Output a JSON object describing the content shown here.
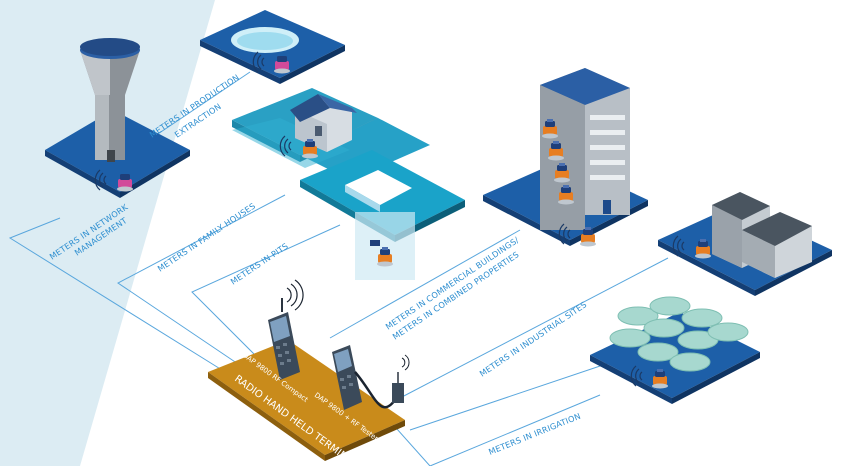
{
  "labels": {
    "network_management": [
      "METERS IN NETWORK",
      "MANAGEMENT"
    ],
    "production_extraction": [
      "METERS IN PRODUCTION",
      "EXTRACTION"
    ],
    "family_houses": "METERS IN FAMILY HOUSES",
    "pits": "METERS IN PITS",
    "commercial_buildings": [
      "METERS IN COMMERCIAL BUILDINGS/",
      "METERS IN COMBINED PROPERTIES"
    ],
    "industrial_sites": "METERS IN INDUSTRIAL SITES",
    "irrigation": "METERS IN IRRIGATION"
  },
  "terminal": {
    "title": "RADIO HAND HELD TERMINAL",
    "device_compact": "DAP 9800 RF Compact",
    "device_tester": "DAP 9800 + RF Tester"
  },
  "colors": {
    "label_blue": "#2f8fd0",
    "platform_blue": "#1d5fa8",
    "platform_cyan": "#2aa0c4",
    "terminal_orange": "#c98b1b",
    "meter_orange": "#e77e22",
    "background_wedge": "#dcecf3"
  },
  "icons": [
    "water-tower-icon",
    "family-house-icon",
    "office-building-icon",
    "factory-icon",
    "tree-grove-icon",
    "water-meter-icon",
    "handheld-terminal-icon",
    "radio-wave-icon"
  ]
}
